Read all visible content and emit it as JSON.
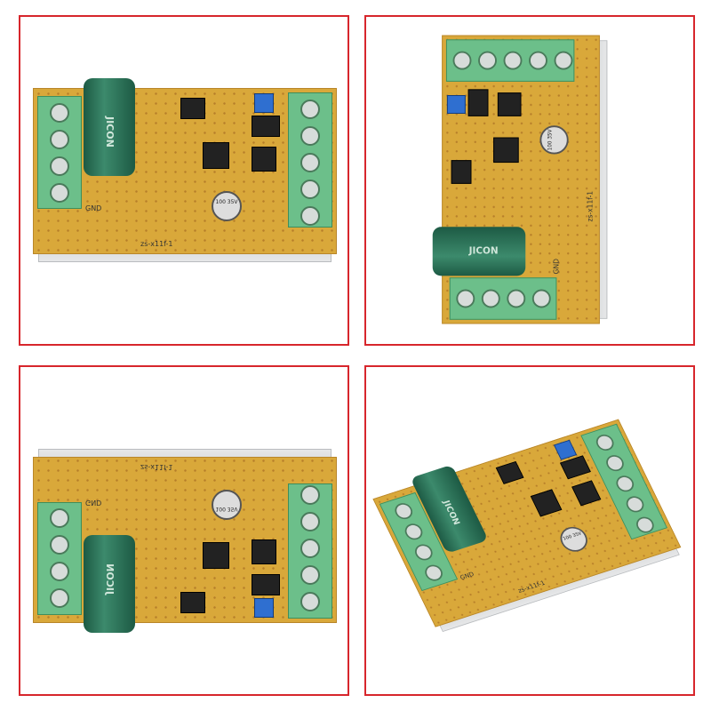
{
  "board": {
    "capacitor_brand": "JICON",
    "small_cap_label": "100 35V",
    "model_silkscreen": "zs-x11f-1",
    "gnd_label": "GND"
  },
  "colors": {
    "frame_border": "#d7262c",
    "pcb": "#d9a83a",
    "terminal": "#6cbf8a",
    "capacitor": "#1d5a44"
  }
}
